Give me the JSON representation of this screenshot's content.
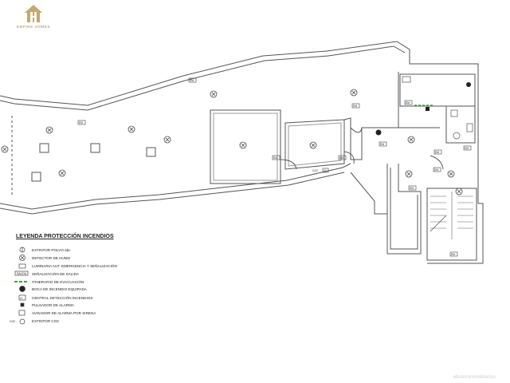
{
  "brand": {
    "name": "EMPIRE HOMES",
    "logo_icon": "house-logo-icon",
    "logo_color": "#c3a874"
  },
  "legend": {
    "title": "LEYENDA PROTECCIÓN INCENDIOS",
    "items": [
      {
        "icon": "fire-extinguisher-icon",
        "label": "EXTINTOR POLVO abc"
      },
      {
        "icon": "smoke-detector-icon",
        "label": "DETECTOR DE HUMO"
      },
      {
        "icon": "emergency-light-icon",
        "label": "LUMINARIA AUT. EMERGENCIA Y SEÑALIZACIÓN"
      },
      {
        "icon": "exit-sign-icon",
        "label": "SEÑALIZACIÓN DE SALIDA",
        "tag": "SALIDA"
      },
      {
        "icon": "evacuation-route-icon",
        "label": "ITINERARIO DE EVACUACIÓN",
        "color": "#3aa63a"
      },
      {
        "icon": "fire-hose-icon",
        "label": "BOCA DE INCENDIO EQUIPADA"
      },
      {
        "icon": "detection-panel-icon",
        "label": "CENTRAL DETECCIÓN INCENDIOS",
        "tag": "CI"
      },
      {
        "icon": "alarm-button-icon",
        "label": "PULSADOR DE ALARMA"
      },
      {
        "icon": "siren-icon",
        "label": "AVISADOR DE ALARMA POR SIRENA"
      },
      {
        "icon": "co2-extinguisher-icon",
        "label": "EXTINTOR CO2",
        "tag": "CO2"
      }
    ]
  },
  "plan": {
    "emergency_tag": "EM",
    "co2_tag": "CO2",
    "ci_tag": "CI",
    "line_color": "#555555",
    "route_color": "#3aa63a"
  },
  "watermark": "ebuenoinmobiliarios"
}
